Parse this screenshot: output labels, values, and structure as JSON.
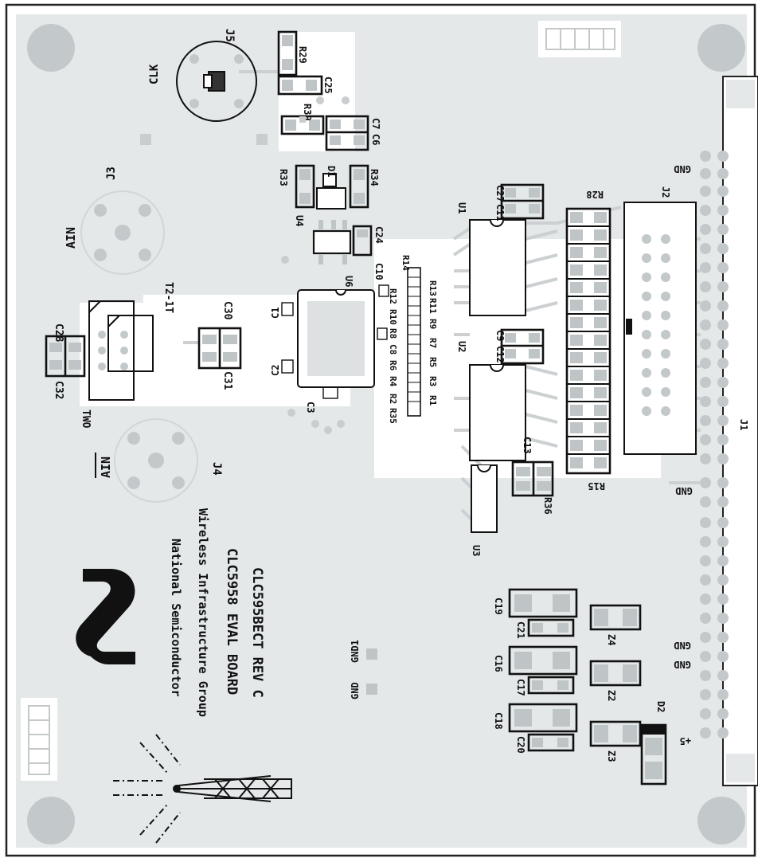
{
  "board": {
    "logo_text": [
      "National Semiconductor",
      "Wireless Infrastructure Group"
    ],
    "title": "CLC5958 EVAL BOARD",
    "revision": "CLC595BECT REV C",
    "colors": {
      "board": "#e4e8e9",
      "pad": "#bfc4c6",
      "silk": "#111111",
      "outline": "#222222"
    }
  },
  "labels": {
    "clk": "CLK",
    "j5": "J5",
    "j3": "J3",
    "ain": "AIN",
    "ain_bar": "AIN",
    "j4": "J4",
    "t2": "T2-1T",
    "two": "TWO",
    "c28": "C28",
    "c32": "C32",
    "c30": "C30",
    "c31": "C31",
    "c1": "C1",
    "c2": "C2",
    "c3": "C3",
    "u6": "U6",
    "c10": "C10",
    "u4": "U4",
    "c24": "C24",
    "r33": "R33",
    "d1": "D1",
    "r34": "R34",
    "r39": "R39",
    "c7": "C7",
    "c6": "C6",
    "r29": "R29",
    "c25": "C25",
    "r14": "R14",
    "r12": "R12",
    "r13": "R13",
    "r11": "R11",
    "r10": "R10",
    "r9": "R9",
    "r8": "R8",
    "r7": "R7",
    "c8": "C8",
    "r6": "R6",
    "r5": "R5",
    "r4": "R4",
    "r3": "R3",
    "r2": "R2",
    "r1": "R1",
    "r35": "R35",
    "u1": "U1",
    "u2": "U2",
    "u3": "U3",
    "c27": "C27",
    "c11": "C11",
    "c9": "C9",
    "c12": "C12",
    "c13": "C13",
    "r36": "R36",
    "r28": "R28",
    "r15": "R15",
    "j2": "J2",
    "j1": "J1",
    "gnd": "GND",
    "gnd1": "GND1",
    "c19": "C19",
    "c21": "C21",
    "c16": "C16",
    "c17": "C17",
    "c18": "C18",
    "c20": "C20",
    "z4": "Z4",
    "z2": "Z2",
    "z3": "Z3",
    "d2": "D2",
    "plus5": "+5"
  }
}
